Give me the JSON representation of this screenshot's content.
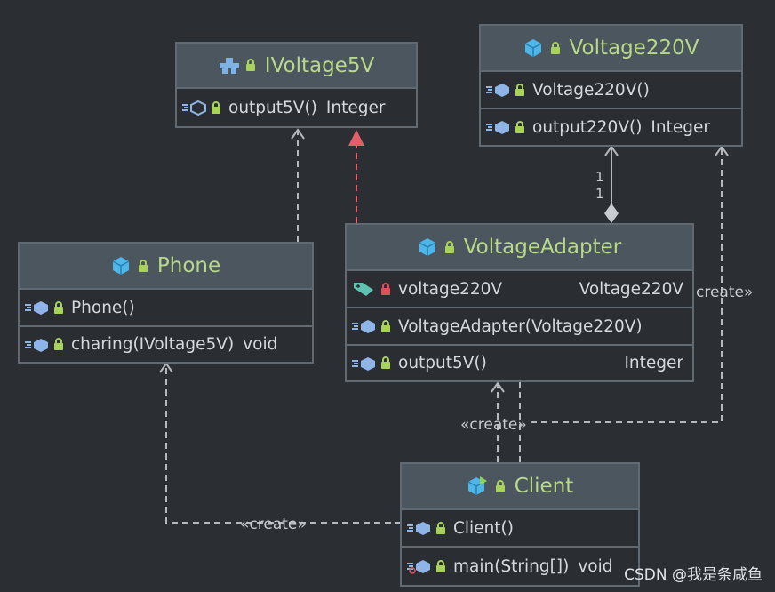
{
  "classes": {
    "ivoltage5v": {
      "name": "IVoltage5V",
      "rows": [
        {
          "name": "output5V()",
          "type": "Integer"
        }
      ]
    },
    "voltage220v": {
      "name": "Voltage220V",
      "rows": [
        {
          "name": "Voltage220V()",
          "type": ""
        },
        {
          "name": "output220V()",
          "type": "Integer"
        }
      ]
    },
    "phone": {
      "name": "Phone",
      "rows": [
        {
          "name": "Phone()",
          "type": ""
        },
        {
          "name": "charing(IVoltage5V)",
          "type": "void"
        }
      ]
    },
    "voltageadapter": {
      "name": "VoltageAdapter",
      "rows": [
        {
          "name": "voltage220V",
          "type": "Voltage220V"
        },
        {
          "name": "VoltageAdapter(Voltage220V)",
          "type": ""
        },
        {
          "name": "output5V()",
          "type": "Integer"
        }
      ]
    },
    "client": {
      "name": "Client",
      "rows": [
        {
          "name": "Client()",
          "type": ""
        },
        {
          "name": "main(String[])",
          "type": "void"
        }
      ]
    }
  },
  "edge_labels": {
    "create_adapter": "«create»",
    "create_phone": "«create»",
    "create_voltage": "create»",
    "multiplicity_top": "1",
    "multiplicity_bottom": "1"
  },
  "watermark": "CSDN @我是条咸鱼",
  "colors": {
    "background": "#2b2f33",
    "header": "#4c565e",
    "title": "#b8d98a",
    "realization_arrow": "#e0606a",
    "edge": "#b4b9be",
    "class_icon": "#4fb6ea",
    "lock": "#a8d25a",
    "lock_private": "#e0505a",
    "field_tag": "#5fc3b2"
  }
}
